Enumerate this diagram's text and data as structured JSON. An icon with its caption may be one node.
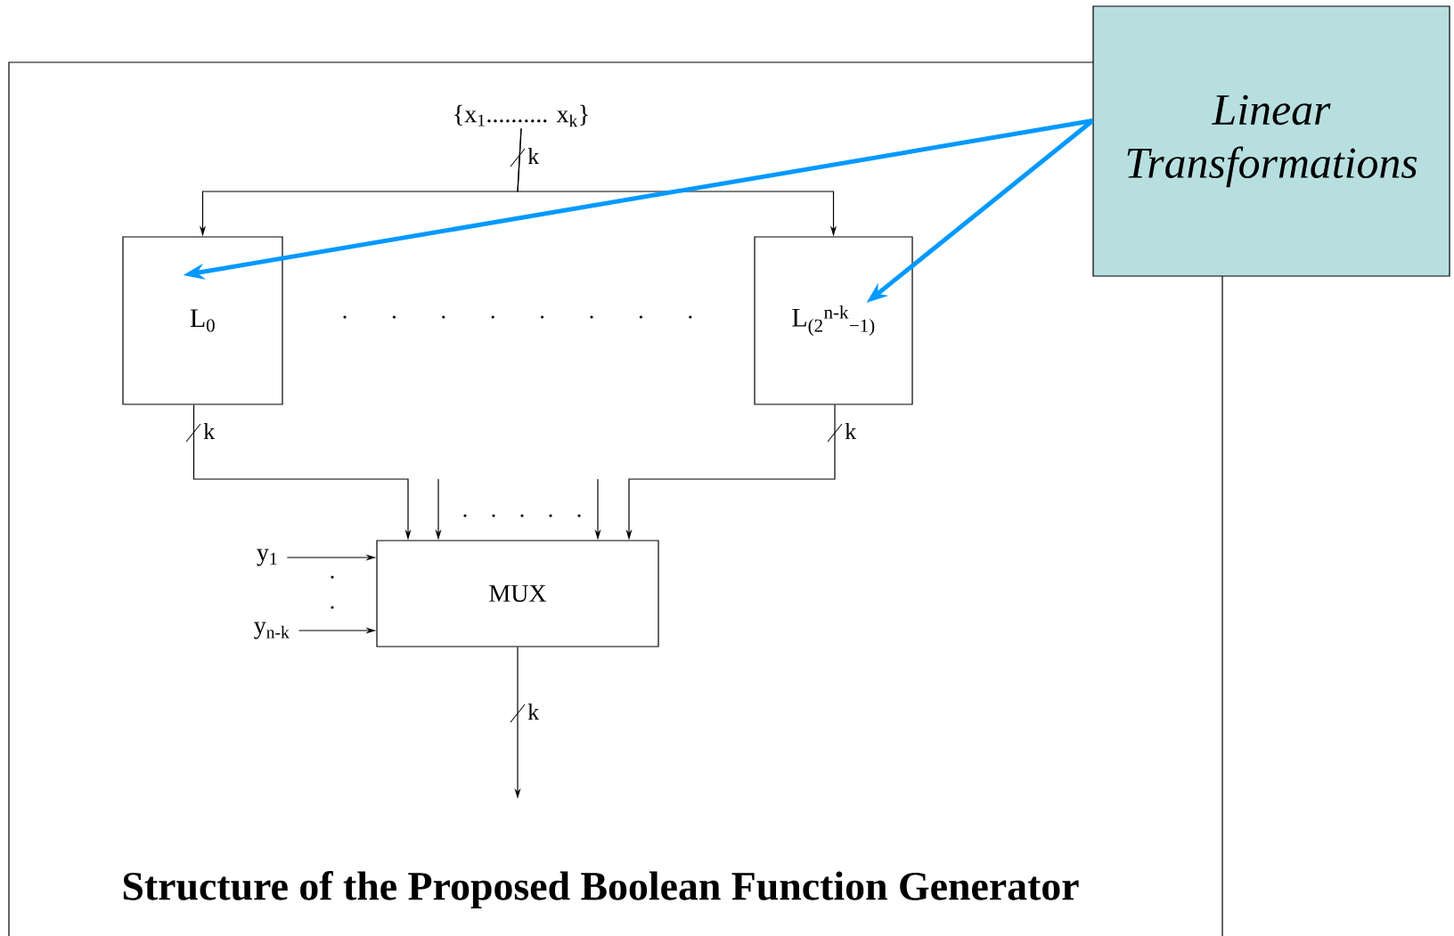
{
  "diagram": {
    "caption": "Structure of the Proposed Boolean Function Generator",
    "nodes": [
      {
        "text": [
          "{x$_{1}$.......... x$_{k}$}"
        ]
      },
      {
        "text": [
          "L$_{0}$"
        ]
      },
      {
        "text": [
          "L$_{(2}$$^{n-k}$$_{−1)}$"
        ]
      },
      {
        "text": [
          "MUX"
        ]
      },
      {
        "text": [
          "y$_{1}$"
        ]
      },
      {
        "text": [
          "y$_{n-k}$"
        ]
      },
      {
        "text": [
          "Linear Transformations"
        ]
      }
    ],
    "edges": [
      {
        "from": 0,
        "to": 1,
        "arrow": "to"
      },
      {
        "from": 0,
        "to": 2,
        "arrow": "to"
      },
      {
        "from": 1,
        "to": 3,
        "arrow": "to"
      },
      {
        "from": 2,
        "to": 3,
        "arrow": "to"
      },
      {
        "from": null,
        "to": 3,
        "arrow": "to"
      },
      {
        "from": null,
        "to": 3,
        "arrow": "to"
      },
      {
        "from": 4,
        "to": 3,
        "arrow": "to"
      },
      {
        "from": 5,
        "to": 3,
        "arrow": "to"
      },
      {
        "from": 3,
        "to": null,
        "arrow": "to"
      },
      {
        "from": 6,
        "to": 1,
        "arrow": "to",
        "style": "thick",
        "color": "#0099ff"
      },
      {
        "from": 6,
        "to": 2,
        "arrow": "to",
        "style": "thick",
        "color": "#0099ff"
      }
    ],
    "labels": [
      "k",
      "k",
      "k",
      "k"
    ]
  }
}
